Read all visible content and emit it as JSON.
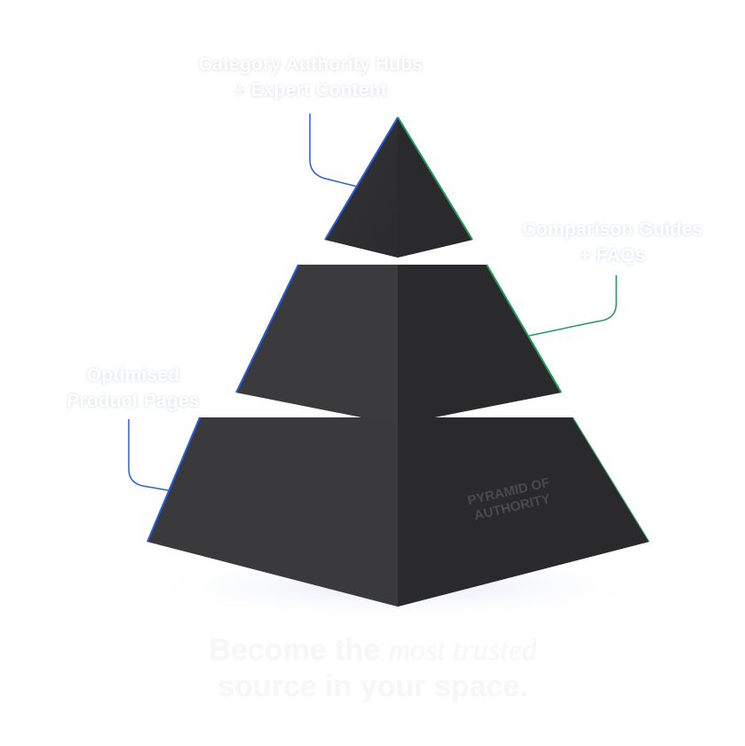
{
  "labels": {
    "top": {
      "line1": "Category Authority Hubs",
      "line2": "+ Expert Content"
    },
    "right": {
      "line1": "Comparison Guides",
      "line2": "+ FAQs"
    },
    "left": {
      "line1": "Optimised",
      "line2": "Product Pages"
    }
  },
  "pyramid_label": {
    "line1": "PYRAMID OF",
    "line2": "AUTHORITY"
  },
  "tagline": {
    "part1": "Become the ",
    "emphasis": "most trusted",
    "line2": "source in your space."
  },
  "colors": {
    "face_dark": "#2a2a2c",
    "face_light": "#353537",
    "top_face": "#3a3a3c",
    "accent_blue": "#2b5fd9",
    "accent_green": "#1f9a55"
  }
}
